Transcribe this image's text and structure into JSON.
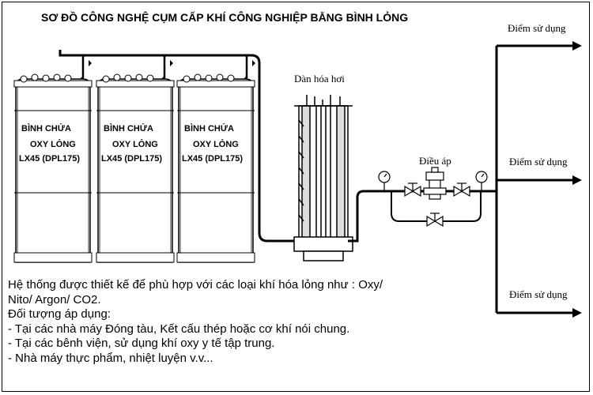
{
  "title": "SƠ ĐỒ CÔNG NGHỆ CỤM CẤP KHÍ CÔNG NGHIỆP BẰNG BÌNH LỎNG",
  "tank": {
    "line1": "BÌNH CHỨA",
    "line2": "OXY LỎNG",
    "line3": "LX45 (DPL175)"
  },
  "vaporizer_label": "Dàn hóa hơi",
  "regulator_label": "Điều áp",
  "outlets": [
    "Điểm sử dụng",
    "Điểm sử dụng",
    "Điểm sử dụng"
  ],
  "description": {
    "line1": "Hệ thống được thiết kế để phù hợp với các loại khí hóa lỏng như : Oxy/",
    "line2": "Nito/ Argon/ CO2.",
    "line3": "Đối tượng áp dụng:",
    "bullets": [
      " - Tại các nhà máy Đóng tàu, Kết cấu thép hoặc cơ khí nói chung.",
      " - Tại các bênh viện, sử dụng khí oxy y tế tập trung.",
      " - Nhà máy thực phẩm, nhiệt luyện v.v..."
    ]
  }
}
